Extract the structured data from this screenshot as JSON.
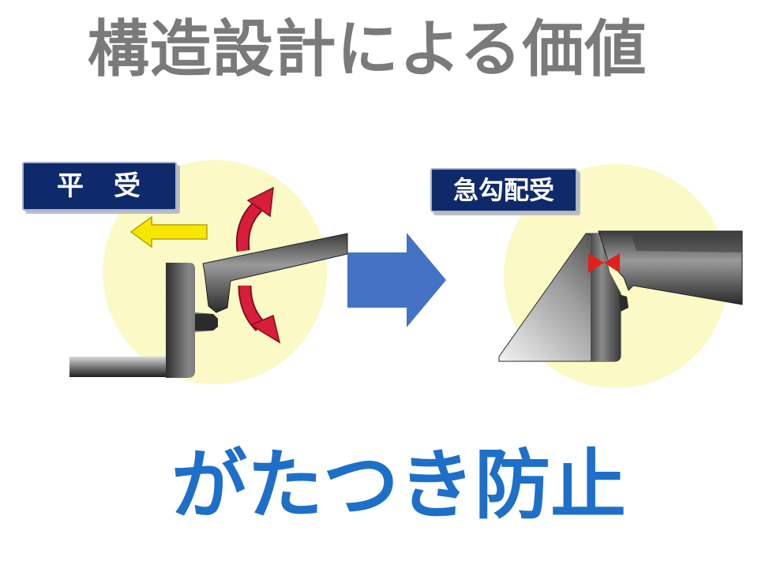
{
  "title": "構造設計による価値",
  "left_panel": {
    "label": "平　受"
  },
  "right_panel": {
    "label": "急勾配受"
  },
  "conclusion": "がたつき防止",
  "colors": {
    "title": "#7a7a7a",
    "conclusion": "#1e6fc8",
    "label_bg": "#0f2a6b",
    "highlight_circle": "#fbf9c6",
    "transition_arrow": "#4472c4",
    "slide_arrow": "#f7e600",
    "motion_arrow": "#d81e3a",
    "lock_marker": "#e0201c"
  },
  "icons": {
    "transition": "right-arrow-icon",
    "slide_direction": "left-arrow-icon",
    "rattle_motion": "curved-arrow-icon",
    "contact_point": "bowtie-marker-icon"
  }
}
